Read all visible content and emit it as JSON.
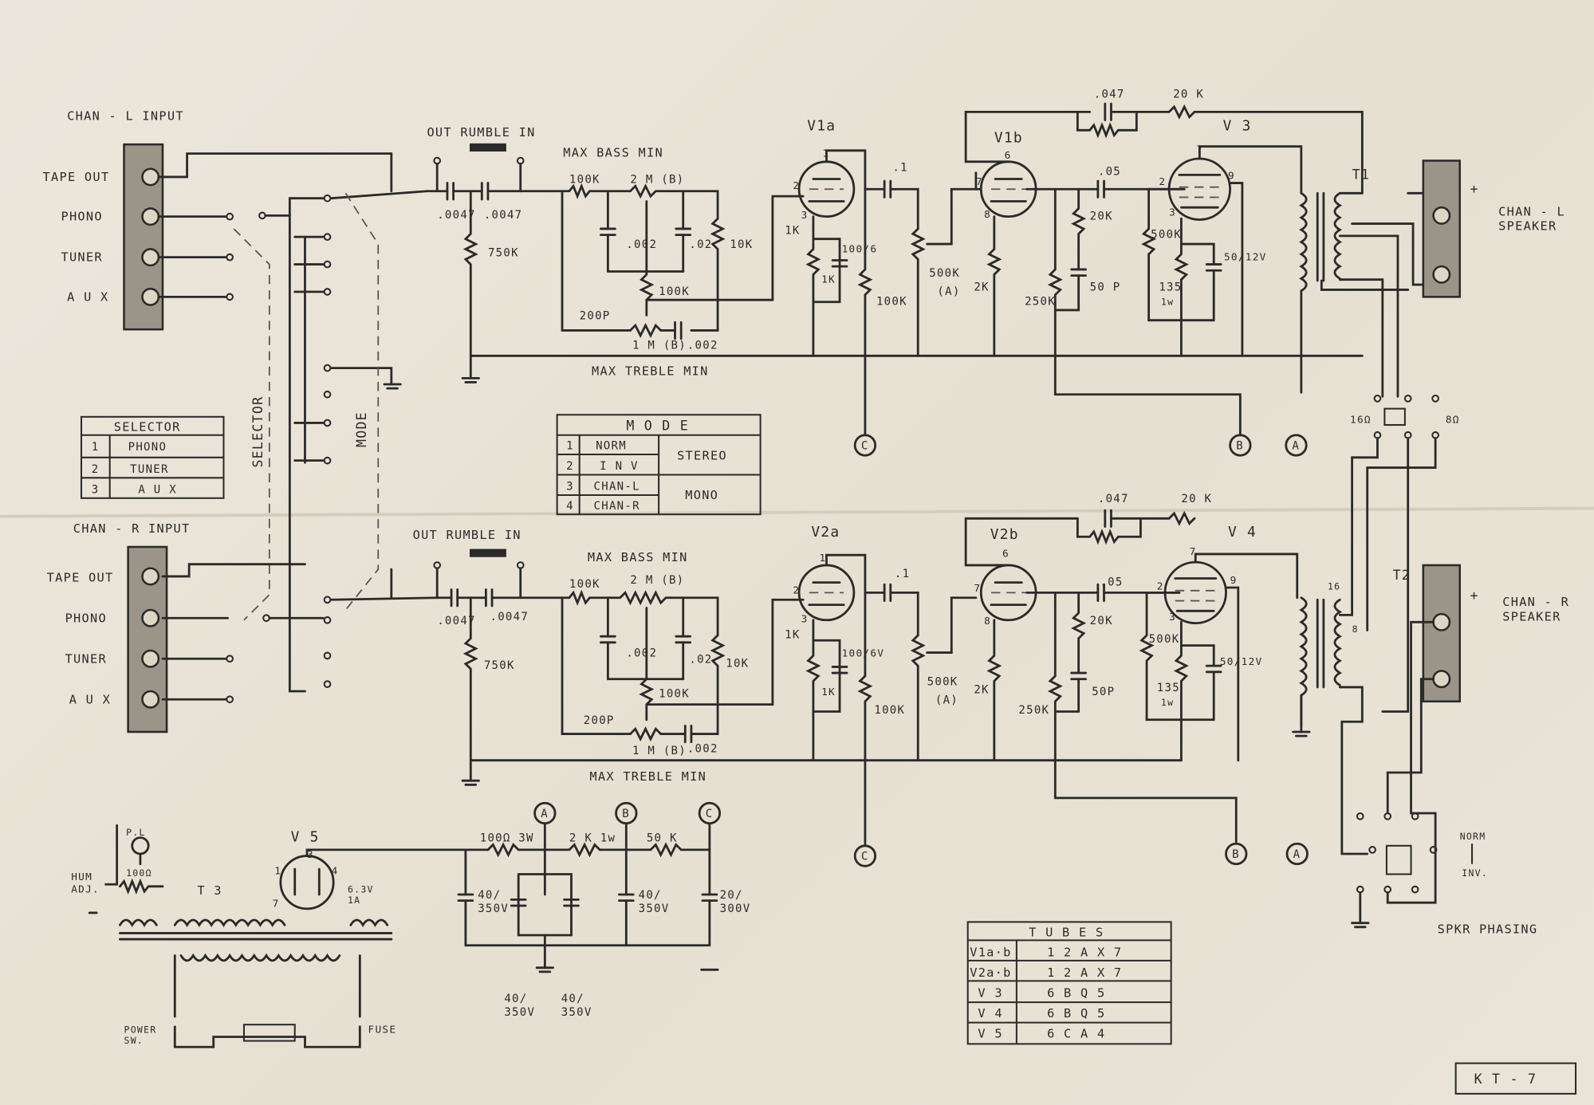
{
  "inputs": {
    "left": {
      "title": "CHAN - L  INPUT",
      "jacks": [
        "TAPE OUT",
        "PHONO",
        "TUNER",
        "A U X"
      ]
    },
    "right": {
      "title": "CHAN - R  INPUT",
      "jacks": [
        "TAPE OUT",
        "PHONO",
        "TUNER",
        "A U X"
      ]
    }
  },
  "switch_labels": {
    "selector": "SELECTOR",
    "mode": "MODE",
    "rumble_l": "OUT RUMBLE IN",
    "rumble_r": "OUT  RUMBLE  IN"
  },
  "tone_labels": {
    "bass_l": "MAX BASS MIN",
    "treble_l": "MAX TREBLE MIN",
    "bass_r": "MAX  BASS  MIN",
    "treble_r": "MAX TREBLE MIN"
  },
  "components_l": {
    "c1": ".0047",
    "c2": ".0047",
    "r750": "750K",
    "r100k": "100K",
    "pot2m": "2 M (B)",
    "c002": ".002",
    "c02": ".02",
    "r10k": "10K",
    "r100kb": "100K",
    "c200p": "200P",
    "pot1m": "1 M (B)",
    "c002b": ".002",
    "r1k": "1K",
    "r1kb": "1K",
    "cap100": "100/6",
    "cap1": ".1",
    "r100kc": "100K",
    "pot500": "500K",
    "pot500b": "(A)",
    "r2k": "2K",
    "c05": ".05",
    "r20k": "20K",
    "r250k": "250K",
    "c50p": "50 P",
    "r500k": "500K",
    "r135": "135",
    "r135w": "1w",
    "cap50": "50/12V",
    "c047": ".047",
    "r20kfb": "20 K"
  },
  "components_r": {
    "c1": ".0047",
    "c2": ".0047",
    "r750": "750K",
    "r100k": "100K",
    "pot2m": "2 M (B)",
    "c002": ".002",
    "c02": ".02",
    "r10k": "10K",
    "r100kb": "100K",
    "c200p": "200P",
    "pot1m": "1 M (B)",
    "c002b": ".002",
    "r1k": "1K",
    "r1kb": "1K",
    "cap100": "100/6V",
    "cap1": ".1",
    "r100kc": "100K",
    "pot500": "500K",
    "pot500b": "(A)",
    "r2k": "2K",
    "c05": ".05",
    "r20k": "20K",
    "r250k": "250K",
    "c50p": "50P",
    "r500k": "500K",
    "r135": "135",
    "r135w": "1w",
    "cap50": "50/12V",
    "c047": ".047",
    "r20kfb": "20 K"
  },
  "tubes_labels": {
    "v1a": "V1a",
    "v1b": "V1b",
    "v3": "V 3",
    "v2a": "V2a",
    "v2b": "V2b",
    "v4": "V 4",
    "v5": "V 5",
    "t1": "T1",
    "t2": "T2",
    "t3": "T 3"
  },
  "pins": {
    "p1": "1",
    "p2": "2",
    "p3": "3",
    "p4": "4",
    "p6": "6",
    "p7": "7",
    "p8": "8",
    "p9": "9",
    "p16": "16"
  },
  "speakers": {
    "l": "CHAN - L\nSPEAKER",
    "r": "CHAN - R\nSPEAKER",
    "plus": "+",
    "tap16": "16Ω",
    "tap8": "8Ω",
    "phasing": "SPKR PHASING",
    "norm": "NORM",
    "inv": "INV."
  },
  "refs": [
    "A",
    "B",
    "C"
  ],
  "psu": {
    "pl": "P.L",
    "r100": "100Ω",
    "hum": "HUM\nADJ.",
    "heater": "6.3V\n1A",
    "r100w": "100Ω 3W",
    "r2k": "2 K  1w",
    "r50k": "50 K",
    "c40a": "40/\n350V",
    "c40b": "40/\n350V",
    "c20": "20/\n300V",
    "c40c": "40/\n350V",
    "c40d": "40/\n350V",
    "power": "POWER\nSW.",
    "fuse": "FUSE"
  },
  "tables": {
    "selector": {
      "title": "SELECTOR",
      "rows": [
        [
          "1",
          "PHONO"
        ],
        [
          "2",
          "TUNER"
        ],
        [
          "3",
          "A U X"
        ]
      ]
    },
    "mode": {
      "title": "M O D E",
      "rows": [
        [
          "1",
          "NORM",
          "STEREO"
        ],
        [
          "2",
          "I N V",
          ""
        ],
        [
          "3",
          "CHAN-L",
          "MONO"
        ],
        [
          "4",
          "CHAN-R",
          ""
        ]
      ]
    },
    "tubes": {
      "title": "T U B E S",
      "rows": [
        [
          "V1a·b",
          "1 2 A X 7"
        ],
        [
          "V2a·b",
          "1 2 A X 7"
        ],
        [
          "V 3",
          "6 B Q 5"
        ],
        [
          "V 4",
          "6 B Q 5"
        ],
        [
          "V 5",
          "6 C A 4"
        ]
      ]
    }
  },
  "model": "K T - 7"
}
